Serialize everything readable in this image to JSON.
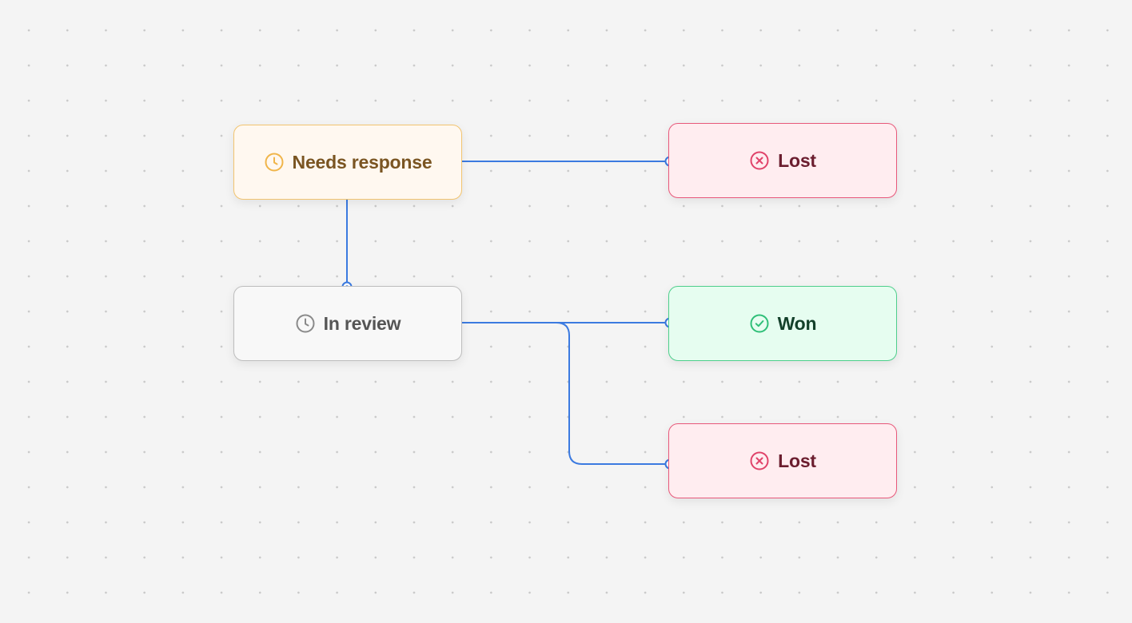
{
  "colors": {
    "edge": "#3b7ae0",
    "pending": "#f0b54a",
    "review": "#8a8a8a",
    "lost": "#e0436a",
    "won": "#2fbf78"
  },
  "nodes": [
    {
      "id": "needs-response",
      "label": "Needs response",
      "icon": "clock-icon",
      "status": "pending"
    },
    {
      "id": "in-review",
      "label": "In review",
      "icon": "clock-icon",
      "status": "review"
    },
    {
      "id": "lost-1",
      "label": "Lost",
      "icon": "x-circle-icon",
      "status": "lost"
    },
    {
      "id": "won",
      "label": "Won",
      "icon": "check-circle-icon",
      "status": "won"
    },
    {
      "id": "lost-2",
      "label": "Lost",
      "icon": "x-circle-icon",
      "status": "lost"
    }
  ],
  "edges": [
    {
      "from": "needs-response",
      "to": "lost-1"
    },
    {
      "from": "needs-response",
      "to": "in-review"
    },
    {
      "from": "in-review",
      "to": "won"
    },
    {
      "from": "in-review",
      "to": "lost-2"
    }
  ]
}
